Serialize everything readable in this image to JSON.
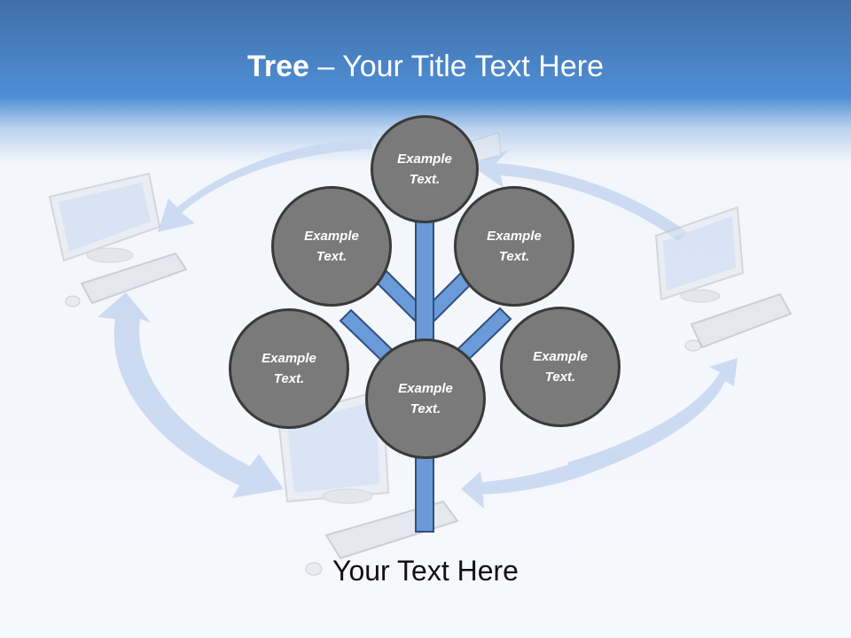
{
  "title": {
    "bold": "Tree",
    "separator": " – ",
    "rest": "Your Title Text Here"
  },
  "nodes": [
    {
      "id": "top",
      "line1": "Example",
      "line2": "Text."
    },
    {
      "id": "upper-left",
      "line1": "Example",
      "line2": "Text."
    },
    {
      "id": "upper-right",
      "line1": "Example",
      "line2": "Text."
    },
    {
      "id": "lower-left",
      "line1": "Example",
      "line2": "Text."
    },
    {
      "id": "center",
      "line1": "Example",
      "line2": "Text."
    },
    {
      "id": "lower-right",
      "line1": "Example",
      "line2": "Text."
    }
  ],
  "footer": "Your Text Here",
  "colors": {
    "header": "#4f8fd6",
    "node_fill": "#7a7a7a",
    "node_border": "#3a3a3a",
    "trunk": "#6a9ad8",
    "trunk_border": "#2f4f7f"
  },
  "icons": [
    "computer-monitor-icon",
    "keyboard-icon",
    "mouse-icon",
    "cycle-arrow-icon"
  ]
}
